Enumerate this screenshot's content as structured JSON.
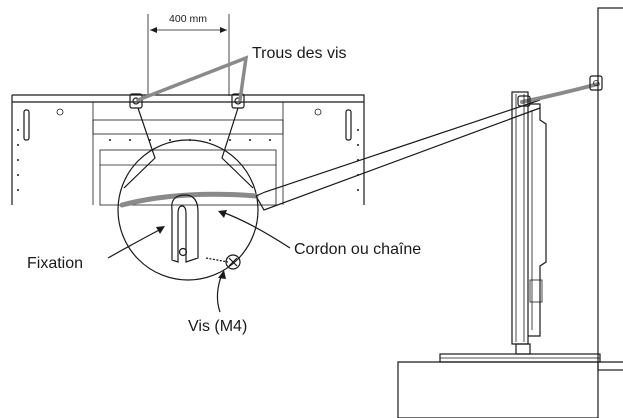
{
  "dimension": {
    "label": "400 mm"
  },
  "labels": {
    "screw_holes": "Trous des vis",
    "bracket": "Fixation",
    "cord_or_chain": "Cordon ou chaîne",
    "screw": "Vis (M4)"
  },
  "colors": {
    "ink": "#1a1a1a",
    "cord": "#8a8a8a",
    "wall_fill": "#ffffff"
  }
}
